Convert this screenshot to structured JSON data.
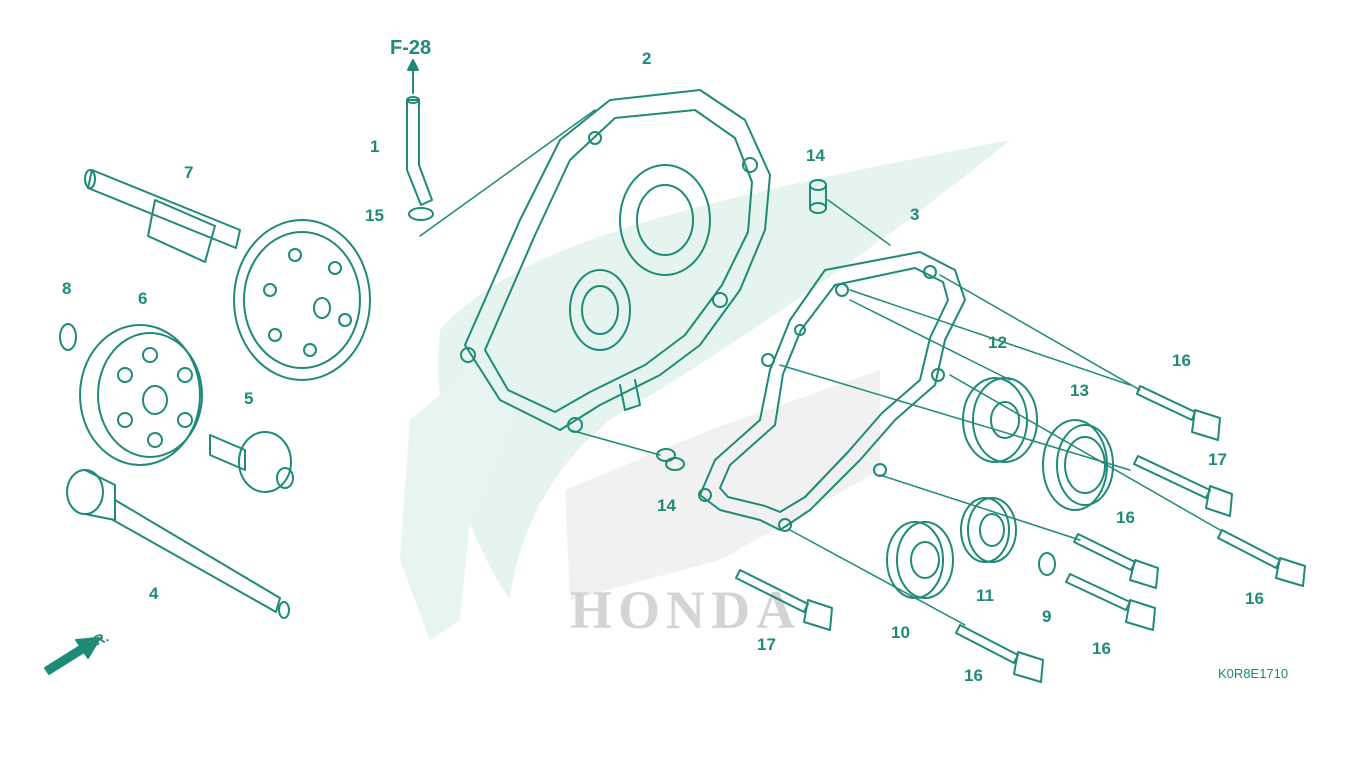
{
  "diagram": {
    "reference": "F-28",
    "diagram_code": "K0R8E1710",
    "direction_label": "FR.",
    "watermark_text": "HONDA",
    "line_color": "#1f8a78",
    "watermark_color": "#dcefea",
    "callouts": [
      "1",
      "2",
      "3",
      "4",
      "5",
      "6",
      "7",
      "8",
      "9",
      "10",
      "11",
      "12",
      "13",
      "14",
      "14",
      "15",
      "16",
      "16",
      "16",
      "16",
      "16",
      "17",
      "17"
    ]
  }
}
